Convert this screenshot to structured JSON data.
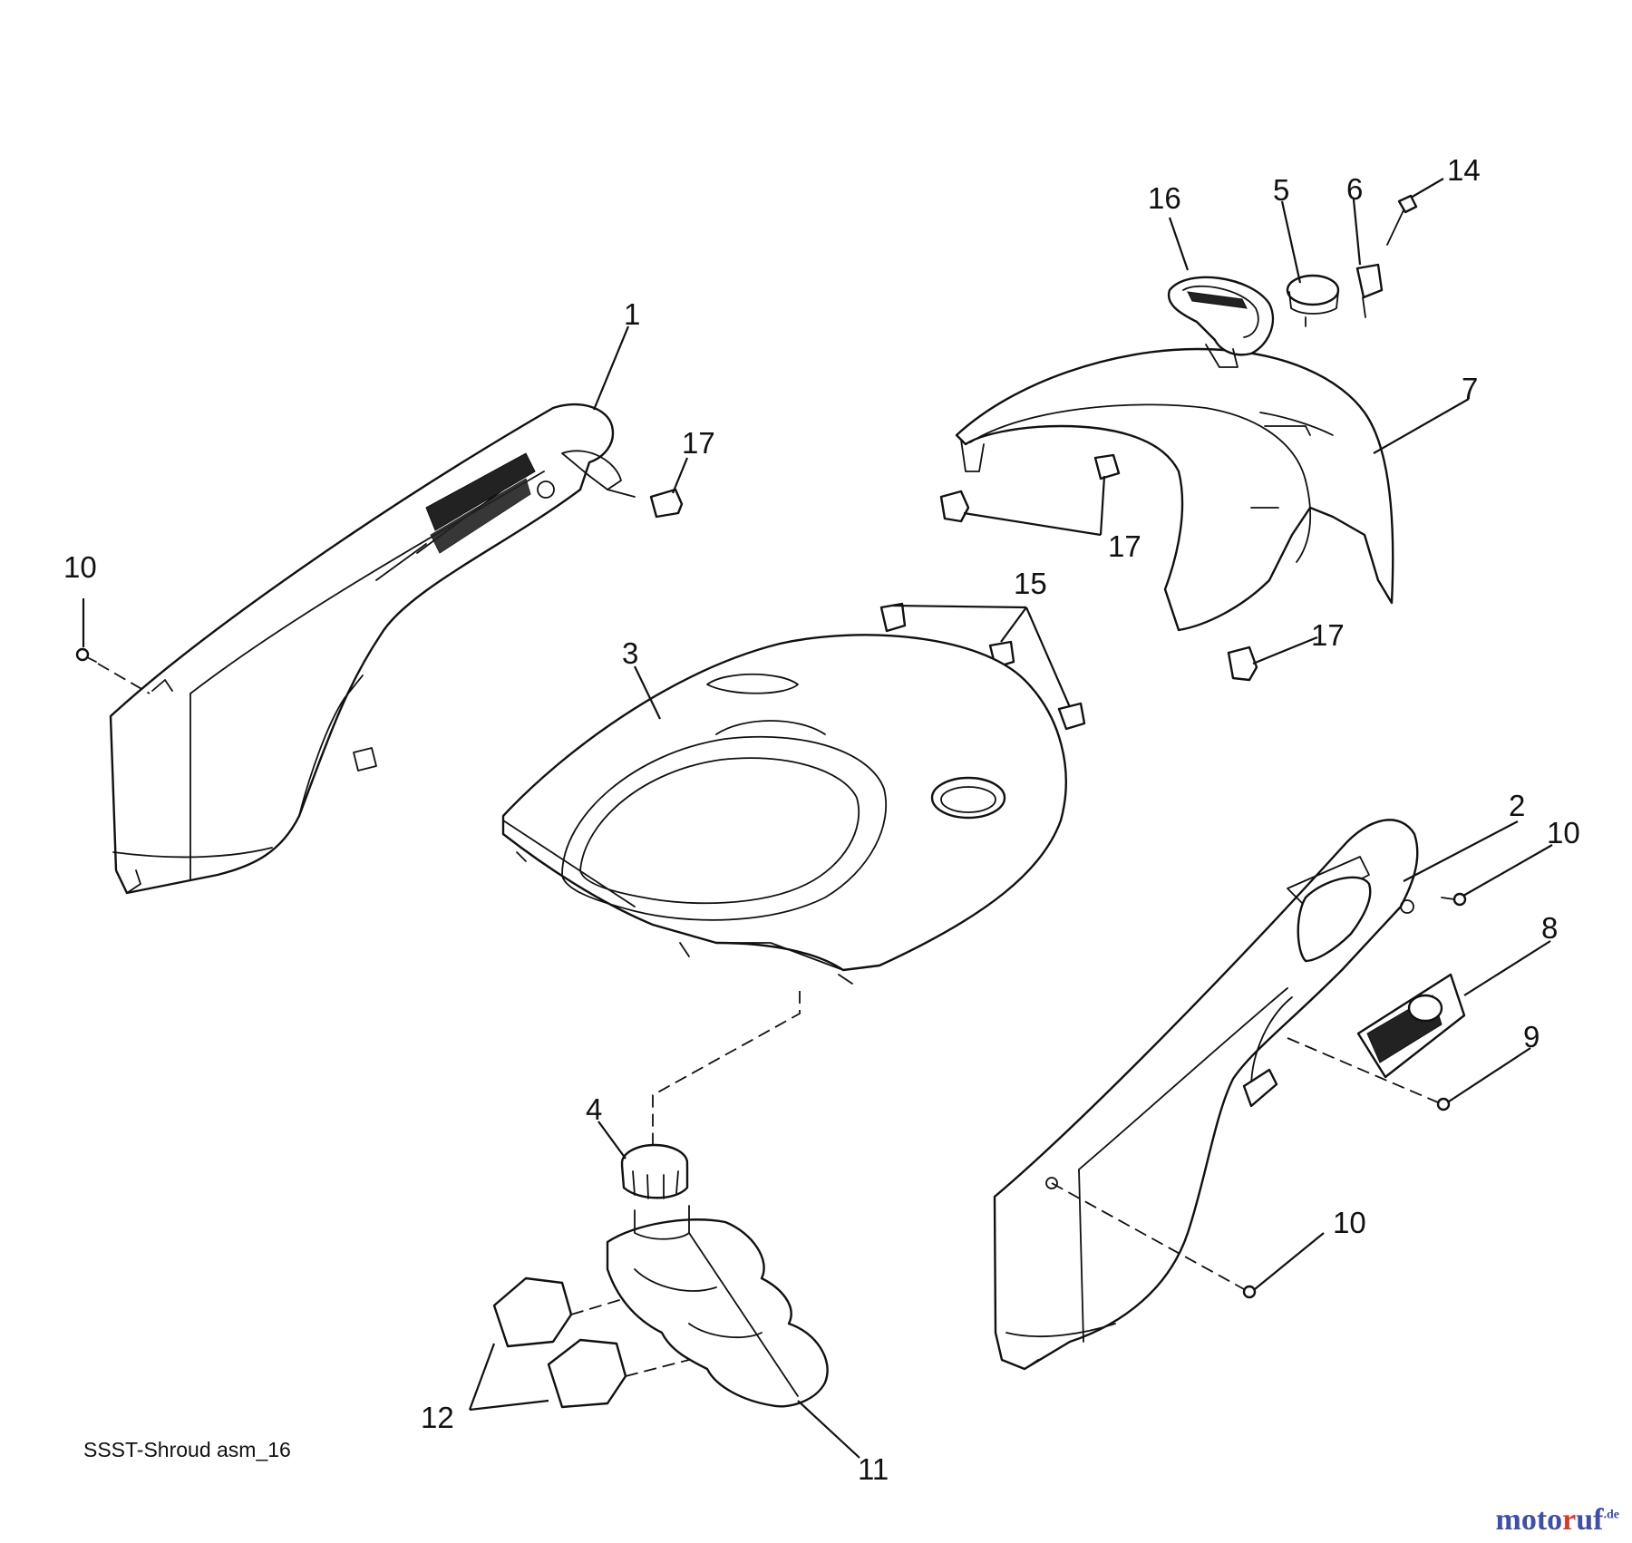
{
  "diagram": {
    "caption": "SSST-Shroud asm_16",
    "callouts": [
      {
        "id": "c1",
        "label": "1"
      },
      {
        "id": "c2",
        "label": "2"
      },
      {
        "id": "c3",
        "label": "3"
      },
      {
        "id": "c4",
        "label": "4"
      },
      {
        "id": "c5",
        "label": "5"
      },
      {
        "id": "c6",
        "label": "6"
      },
      {
        "id": "c7",
        "label": "7"
      },
      {
        "id": "c8",
        "label": "8"
      },
      {
        "id": "c9",
        "label": "9"
      },
      {
        "id": "c10a",
        "label": "10"
      },
      {
        "id": "c10b",
        "label": "10"
      },
      {
        "id": "c10c",
        "label": "10"
      },
      {
        "id": "c11",
        "label": "11"
      },
      {
        "id": "c12",
        "label": "12"
      },
      {
        "id": "c14",
        "label": "14"
      },
      {
        "id": "c15",
        "label": "15"
      },
      {
        "id": "c16",
        "label": "16"
      },
      {
        "id": "c17a",
        "label": "17"
      },
      {
        "id": "c17b",
        "label": "17"
      },
      {
        "id": "c17c",
        "label": "17"
      }
    ]
  },
  "watermark": {
    "part1": "moto",
    "part2": "r",
    "part3": "uf",
    "suffix": ".de"
  },
  "colors": {
    "line": "#111111",
    "background": "#ffffff",
    "watermark_blue": "#3f4fa6",
    "watermark_red": "#d93a2b"
  }
}
